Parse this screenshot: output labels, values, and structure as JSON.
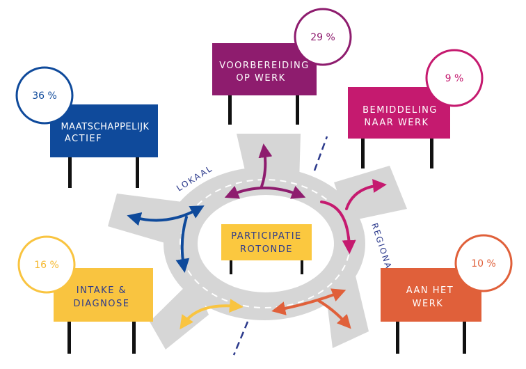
{
  "center": {
    "line1": "PARTICIPATIE",
    "line2": "ROTONDE"
  },
  "road_labels": {
    "lokaal": "LOKAAL",
    "regionaal": "REGIONAAL"
  },
  "signs": {
    "maatschappelijk": {
      "line1": "MAATSCHAPPELIJK",
      "line2": "ACTIEF",
      "percent": "36 %",
      "color": "#0f4a9b"
    },
    "voorbereiding": {
      "line1": "VOORBEREIDING",
      "line2": "OP WERK",
      "percent": "29 %",
      "color": "#8e1c6e"
    },
    "bemiddeling": {
      "line1": "BEMIDDELING",
      "line2": "NAAR WERK",
      "percent": "9 %",
      "color": "#c51a6f"
    },
    "intake": {
      "line1": "INTAKE &",
      "line2": "DIAGNOSE",
      "percent": "16 %",
      "color": "#f9c440"
    },
    "aan_het_werk": {
      "line1": "AAN HET",
      "line2": "WERK",
      "percent": "10 %",
      "color": "#e0603a"
    }
  },
  "colors": {
    "road": "#d6d6d6",
    "center_sign": "#fbc83f",
    "ink": "#2c3a8c",
    "intake_text": "#f5b82e"
  }
}
